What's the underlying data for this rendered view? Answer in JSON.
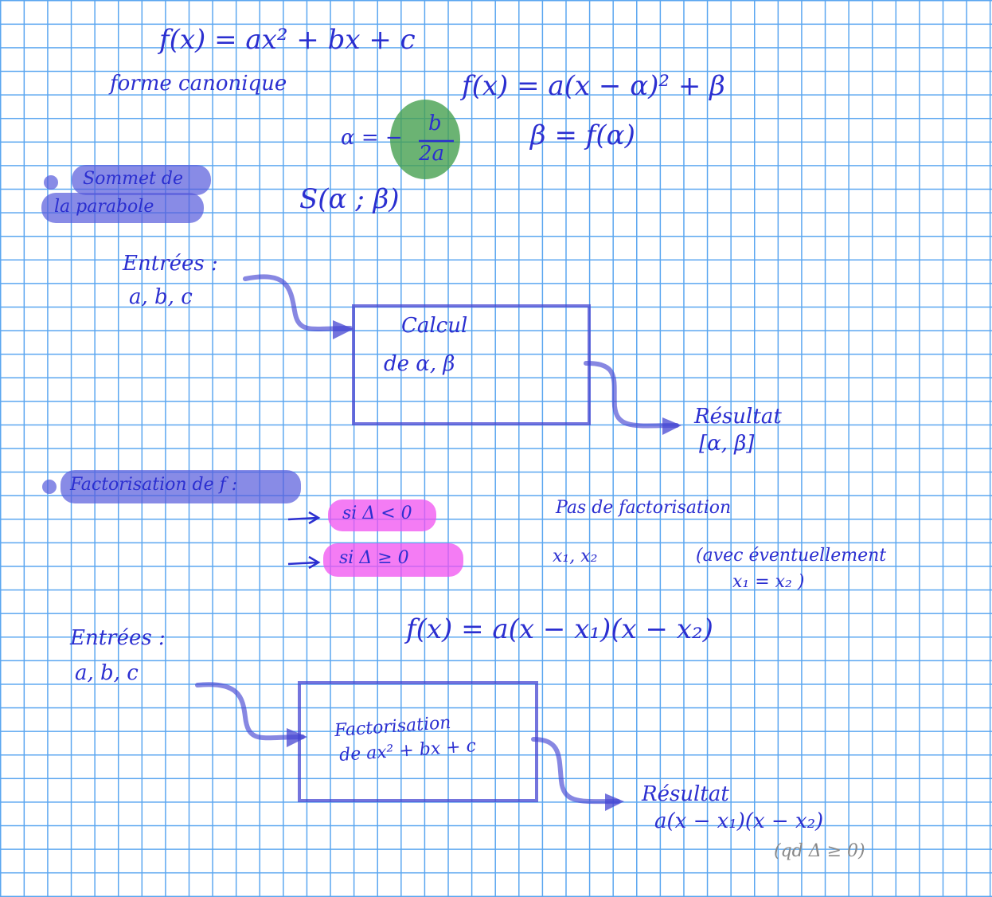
{
  "formula_general": "f(x) = ax² + bx + c",
  "canonical_label": "forme canonique",
  "canonical_formula": "f(x) = a(x − α)² + β",
  "alpha_label": "α = −",
  "alpha_fraction": {
    "numerator": "b",
    "denominator": "2a"
  },
  "beta_formula": "β = f(α)",
  "vertex_heading": {
    "line1": "Sommet de",
    "line2": "la parabole"
  },
  "vertex_point": "S(α ; β)",
  "diagram1": {
    "inputs_label": "Entrées :",
    "inputs": "a, b, c",
    "box_line1": "Calcul",
    "box_line2": "de α, β",
    "result_label": "Résultat",
    "result_value": "[α, β]"
  },
  "factor_heading": "Factorisation de f :",
  "cases": [
    {
      "condition": "si Δ < 0",
      "result": "Pas de factorisation"
    },
    {
      "condition": "si Δ ≥ 0",
      "result": "x₁, x₂"
    }
  ],
  "note": {
    "line1": "(avec éventuellement",
    "line2": "x₁ = x₂ )"
  },
  "factored_formula": "f(x) = a(x − x₁)(x − x₂)",
  "diagram2": {
    "inputs_label": "Entrées :",
    "inputs": "a, b, c",
    "box_line1": "Factorisation",
    "box_line2": "de ax² + bx + c",
    "result_label": "Résultat",
    "result_value": "a(x − x₁)(x − x₂)",
    "result_note": "(qd Δ ≥ 0)"
  }
}
